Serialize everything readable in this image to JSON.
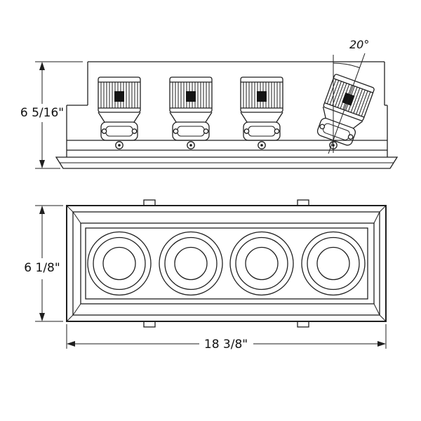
{
  "colors": {
    "background": "#ffffff",
    "line": "#1f1f1f"
  },
  "side_view": {
    "height_label": "6 5/16\"",
    "tilt_angle_label": "20°"
  },
  "front_view": {
    "height_label": "6 1/8\"",
    "width_label": "18 3/8\""
  }
}
